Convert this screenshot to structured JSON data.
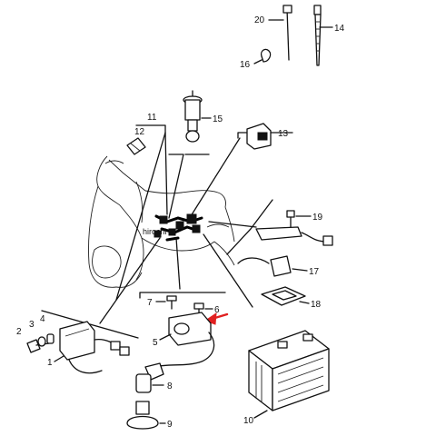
{
  "watermark": "hirochi",
  "accent_color": "#e02020",
  "callouts": {
    "c1": "1",
    "c2": "2",
    "c3": "3",
    "c4": "4",
    "c5": "5",
    "c6": "6",
    "c7": "7",
    "c8": "8",
    "c9": "9",
    "c10": "10",
    "c11": "11",
    "c12": "12",
    "c13": "13",
    "c14": "14",
    "c15": "15",
    "c16": "16",
    "c17": "17",
    "c18": "18",
    "c19": "19",
    "c20": "20"
  }
}
